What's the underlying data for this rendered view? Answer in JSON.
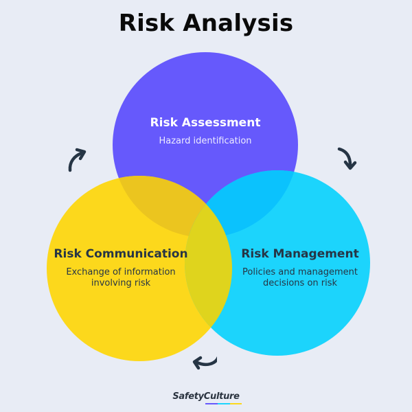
{
  "title": "Risk Analysis",
  "colors": {
    "background": "#e8ecf5",
    "assessment": "#6659fc",
    "communication": "#fcd81c",
    "management": "#1cd4fc",
    "overlap_assess_comm": "#ebc51f",
    "overlap_assess_mgmt": "#0bc2fd",
    "overlap_comm_mgmt": "#dfd41d",
    "text_dark": "#263545",
    "arrow": "#263545"
  },
  "circles": [
    {
      "id": "assessment",
      "title": "Risk Assessment",
      "description": "Hazard identification"
    },
    {
      "id": "communication",
      "title": "Risk Communication",
      "description_lines": [
        "Exchange of information",
        "involving risk"
      ]
    },
    {
      "id": "management",
      "title": "Risk Management",
      "description_lines": [
        "Policies and management",
        "decisions on risk"
      ]
    }
  ],
  "arrows": [
    {
      "position": "upper-left",
      "direction": "clockwise-up-right",
      "icon": "curved-arrow-icon"
    },
    {
      "position": "upper-right",
      "direction": "clockwise-down",
      "icon": "curved-arrow-icon"
    },
    {
      "position": "bottom",
      "direction": "clockwise-left",
      "icon": "curved-arrow-icon"
    }
  ],
  "logo": {
    "text": "SafetyCulture",
    "underline_colors": [
      "#6659fc",
      "#1cd4fc",
      "#fcd81c"
    ]
  }
}
